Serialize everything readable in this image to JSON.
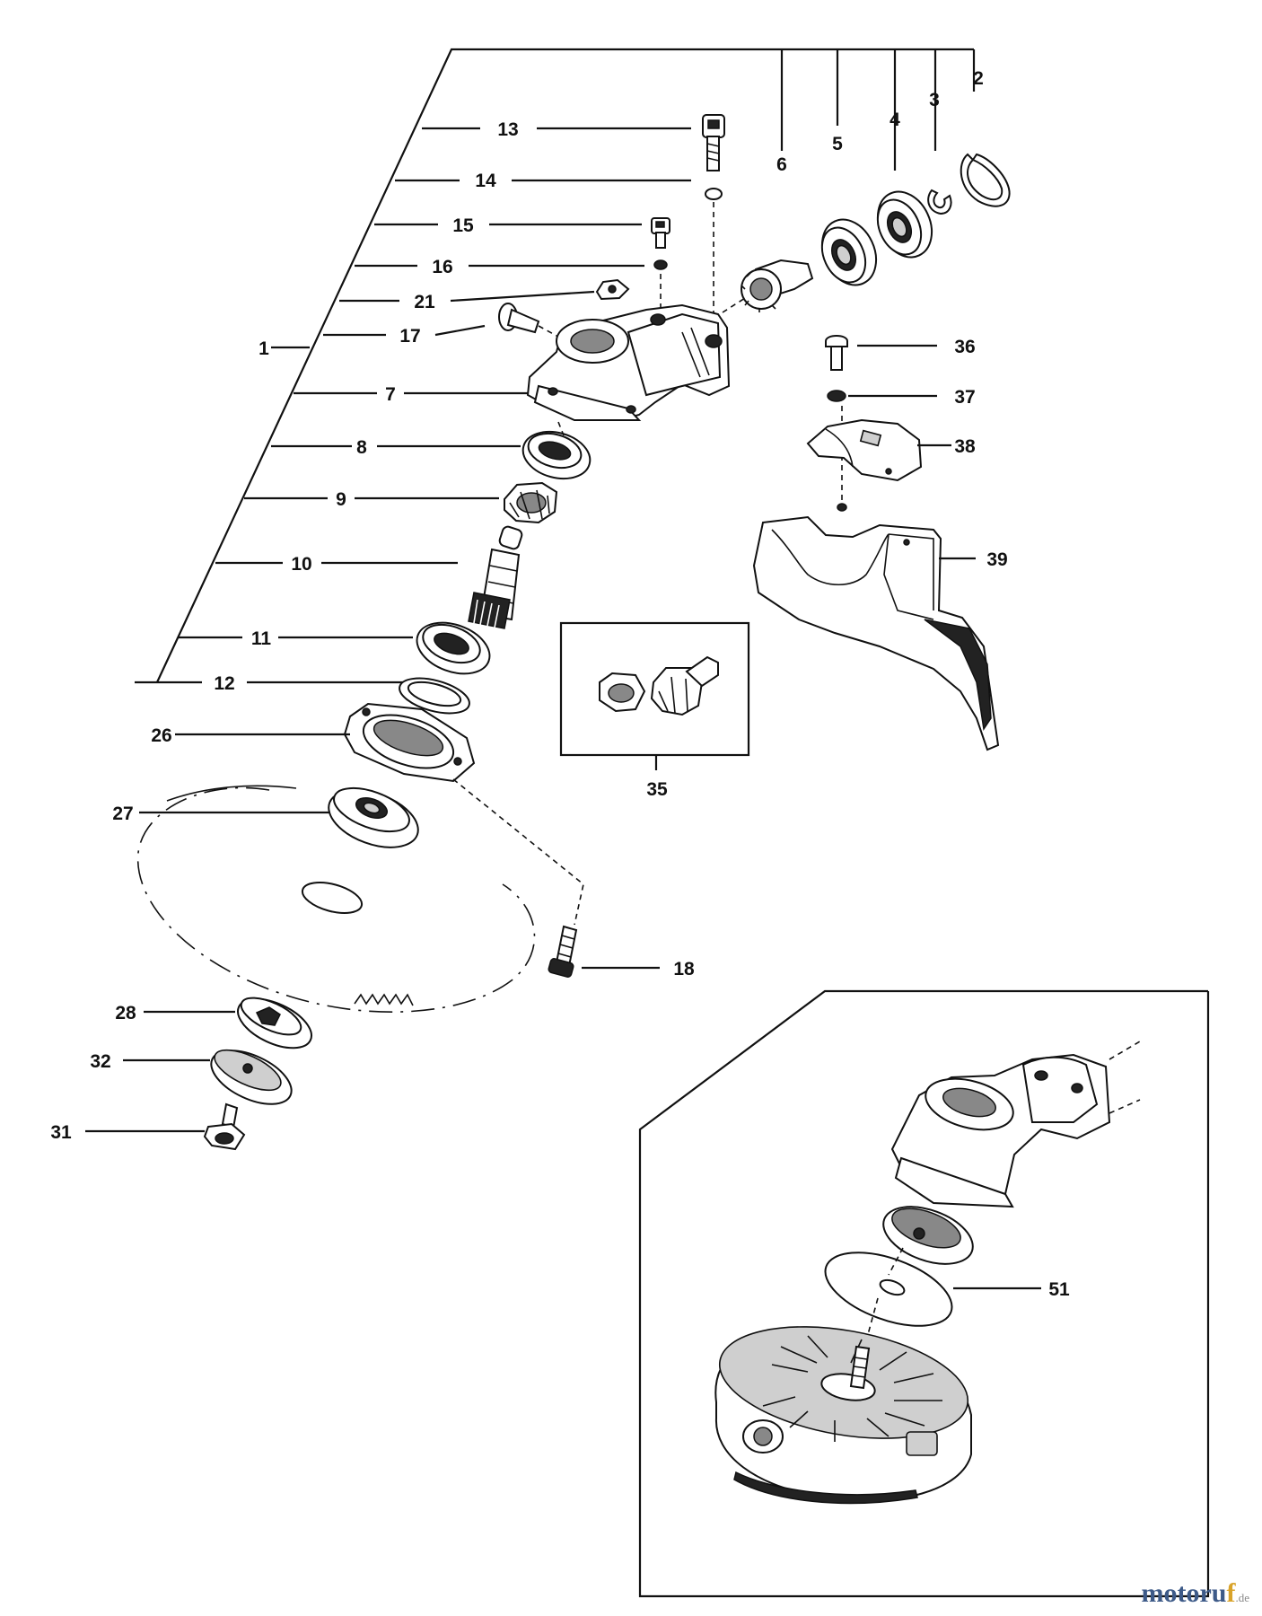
{
  "diagram": {
    "callouts": {
      "c1": "1",
      "c2": "2",
      "c3": "3",
      "c4": "4",
      "c5": "5",
      "c6": "6",
      "c7": "7",
      "c8": "8",
      "c9": "9",
      "c10": "10",
      "c11": "11",
      "c12": "12",
      "c13": "13",
      "c14": "14",
      "c15": "15",
      "c16": "16",
      "c17": "17",
      "c18": "18",
      "c21": "21",
      "c26": "26",
      "c27": "27",
      "c28": "28",
      "c31": "31",
      "c32": "32",
      "c35": "35",
      "c36": "36",
      "c37": "37",
      "c38": "38",
      "c39": "39",
      "c51": "51"
    }
  },
  "watermark": {
    "brand_main": "motoru",
    "brand_accent": "f",
    "brand_suffix": ".de"
  },
  "colors": {
    "line": "#111111",
    "background": "#ffffff",
    "watermark": "#3d5a88"
  }
}
